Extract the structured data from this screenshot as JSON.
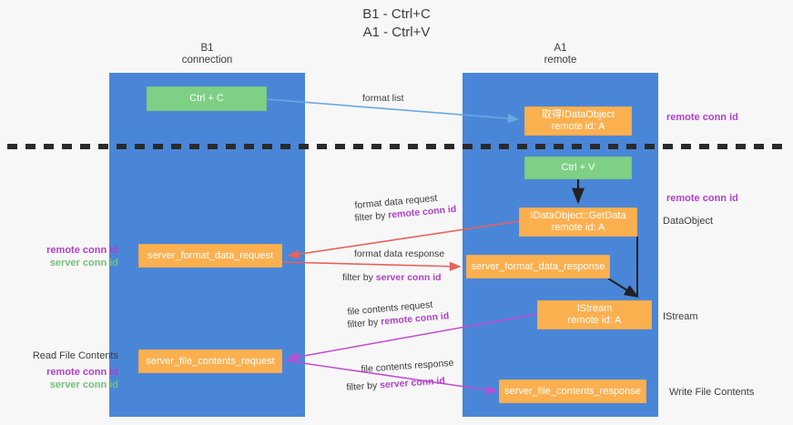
{
  "title": "B1 - Ctrl+C\nA1 - Ctrl+V",
  "lanes": [
    {
      "name": "b1",
      "header": "B1\nconnection"
    },
    {
      "name": "a1",
      "header": "A1\nremote"
    }
  ],
  "nodes": {
    "ctrl_c": "Ctrl + C",
    "get_idataobject": "取得IDataObject\nremote id: A",
    "ctrl_v": "Ctrl + V",
    "idataobject_getdata": "IDataObject::GetData\nremote id: A",
    "server_format_data_request": "server_format_data_request",
    "server_format_data_response": "server_format_data_response",
    "istream": "IStream\nremote id: A",
    "server_file_contents_request": "server_file_contents_request",
    "server_file_contents_response": "server_file_contents_response"
  },
  "edge_labels": {
    "format_list": "format list",
    "format_data_request": "format data request",
    "format_data_request_filter_prefix": "filter by ",
    "format_data_request_filter_key": "remote conn id",
    "format_data_response": "format data response",
    "format_data_response_filter_prefix": "filter by ",
    "format_data_response_filter_key": "server conn id",
    "file_contents_request": "file contents request",
    "file_contents_request_filter_prefix": "filter by ",
    "file_contents_request_filter_key": "remote conn id",
    "file_contents_response": "file contents response",
    "file_contents_response_filter_prefix": "filter by ",
    "file_contents_response_filter_key": "server conn id"
  },
  "annotations": {
    "right_remote_conn_id_top": "remote conn id",
    "right_remote_conn_id_mid": "remote conn id",
    "right_dataobject": "DataObject",
    "right_istream": "IStream",
    "right_write_file_contents": "Write File Contents",
    "left_remote_conn_id": "remote conn id",
    "left_server_conn_id": "server conn id",
    "left_read_file_contents": "Read File Contents",
    "left_remote_conn_id_2": "remote conn id",
    "left_server_conn_id_2": "server conn id"
  },
  "colors": {
    "lane": "#4a86d8",
    "green_node": "#7ed085",
    "orange_node": "#fbb050",
    "purple_text": "#b040c8",
    "green_text": "#73c07c",
    "blue_arrow": "#6aa9e0",
    "red_arrow": "#e8615a",
    "magenta_arrow": "#c34bd0",
    "divider": "#2a2a2a",
    "background": "#f7f7f7"
  }
}
